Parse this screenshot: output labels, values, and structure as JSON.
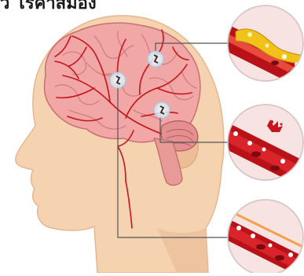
{
  "heading": {
    "text": "ว โรคาสมอง"
  },
  "colors": {
    "skin": "#f5d2b0",
    "skin_shadow": "#e9b48f",
    "brain": "#f0a7a6",
    "brain_shadow": "#d9807f",
    "vessel": "#c8141d",
    "callout_line": "#555555",
    "marker": "#bfe3f5"
  },
  "markers": [
    {
      "name": "marker-top",
      "icon": "blood-clot-icon"
    },
    {
      "name": "marker-left",
      "icon": "blood-clot-icon"
    },
    {
      "name": "marker-lower",
      "icon": "blood-clot-icon"
    }
  ],
  "insets": [
    {
      "name": "inset-plaque",
      "icon": "artery-plaque-icon"
    },
    {
      "name": "inset-clot",
      "icon": "artery-clot-icon"
    },
    {
      "name": "inset-bleed",
      "icon": "artery-bleed-icon"
    }
  ]
}
